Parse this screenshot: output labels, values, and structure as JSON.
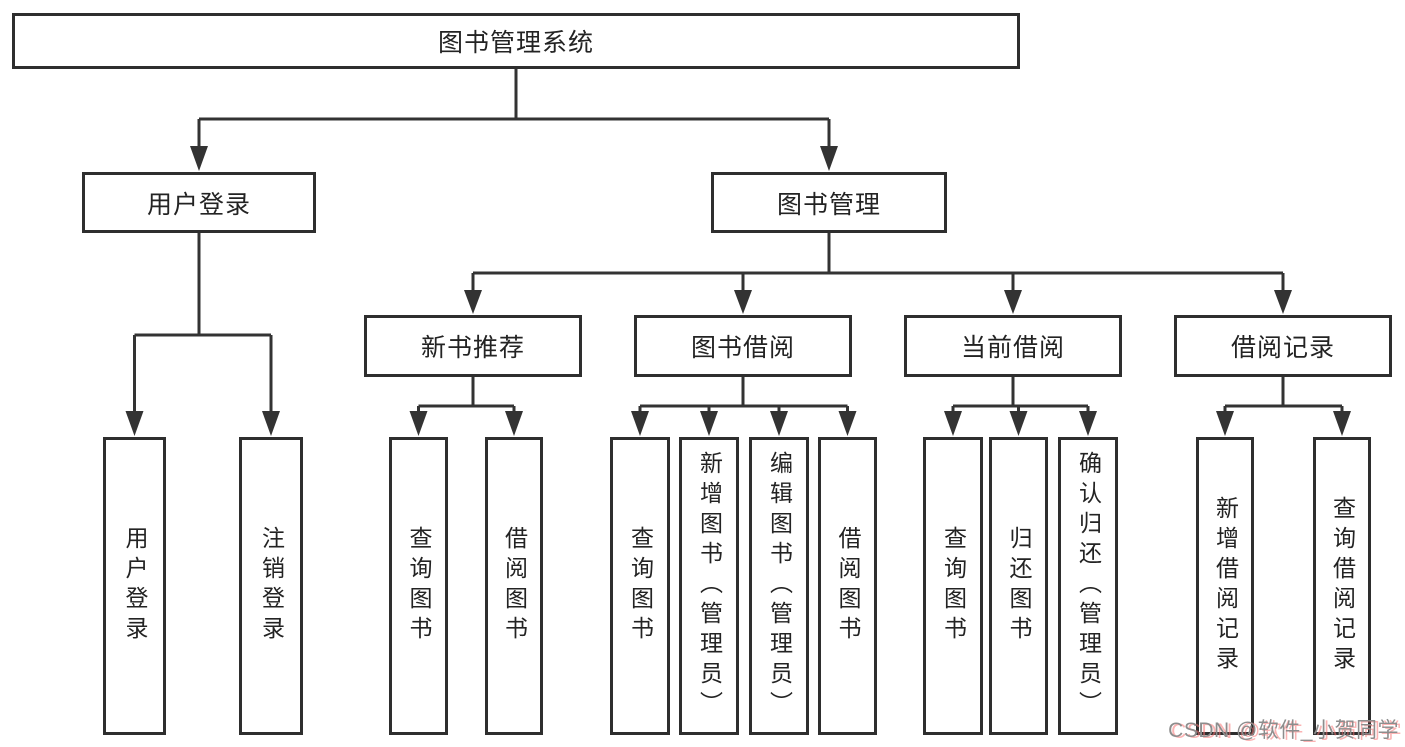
{
  "diagram_title": "图书管理系统",
  "colors": {
    "line": "#333333",
    "box_border": "#2e2e2e",
    "text": "#232323",
    "background": "#ffffff",
    "watermark_gray": "#8d8d8d",
    "watermark_red_shadow": "#f77474"
  },
  "nodes": {
    "root": {
      "label": "图书管理系统"
    },
    "user_login": {
      "label": "用户登录"
    },
    "book_mgmt": {
      "label": "图书管理"
    },
    "new_book_rec": {
      "label": "新书推荐"
    },
    "book_borrow": {
      "label": "图书借阅"
    },
    "current_borrow": {
      "label": "当前借阅"
    },
    "borrow_records": {
      "label": "借阅记录"
    },
    "leaf_user_login": {
      "label": "用户登录"
    },
    "leaf_logout": {
      "label": "注销登录"
    },
    "leaf_query_book_1": {
      "label": "查询图书"
    },
    "leaf_borrow_book_1": {
      "label": "借阅图书"
    },
    "leaf_query_book_2": {
      "label": "查询图书"
    },
    "leaf_add_book": {
      "label": "新增图书（管理员）"
    },
    "leaf_edit_book": {
      "label": "编辑图书（管理员）"
    },
    "leaf_borrow_book_2": {
      "label": "借阅图书"
    },
    "leaf_query_book_3": {
      "label": "查询图书"
    },
    "leaf_return_book": {
      "label": "归还图书"
    },
    "leaf_confirm_return": {
      "label": "确认归还（管理员）"
    },
    "leaf_add_record": {
      "label": "新增借阅记录"
    },
    "leaf_query_record": {
      "label": "查询借阅记录"
    }
  },
  "edges": [
    {
      "from": "root",
      "to": "user_login"
    },
    {
      "from": "root",
      "to": "book_mgmt"
    },
    {
      "from": "user_login",
      "to": "leaf_user_login"
    },
    {
      "from": "user_login",
      "to": "leaf_logout"
    },
    {
      "from": "book_mgmt",
      "to": "new_book_rec"
    },
    {
      "from": "book_mgmt",
      "to": "book_borrow"
    },
    {
      "from": "book_mgmt",
      "to": "current_borrow"
    },
    {
      "from": "book_mgmt",
      "to": "borrow_records"
    },
    {
      "from": "new_book_rec",
      "to": "leaf_query_book_1"
    },
    {
      "from": "new_book_rec",
      "to": "leaf_borrow_book_1"
    },
    {
      "from": "book_borrow",
      "to": "leaf_query_book_2"
    },
    {
      "from": "book_borrow",
      "to": "leaf_add_book"
    },
    {
      "from": "book_borrow",
      "to": "leaf_edit_book"
    },
    {
      "from": "book_borrow",
      "to": "leaf_borrow_book_2"
    },
    {
      "from": "current_borrow",
      "to": "leaf_query_book_3"
    },
    {
      "from": "current_borrow",
      "to": "leaf_return_book"
    },
    {
      "from": "current_borrow",
      "to": "leaf_confirm_return"
    },
    {
      "from": "borrow_records",
      "to": "leaf_add_record"
    },
    {
      "from": "borrow_records",
      "to": "leaf_query_record"
    }
  ],
  "watermark": {
    "text": "CSDN @软件_小贺同学"
  }
}
